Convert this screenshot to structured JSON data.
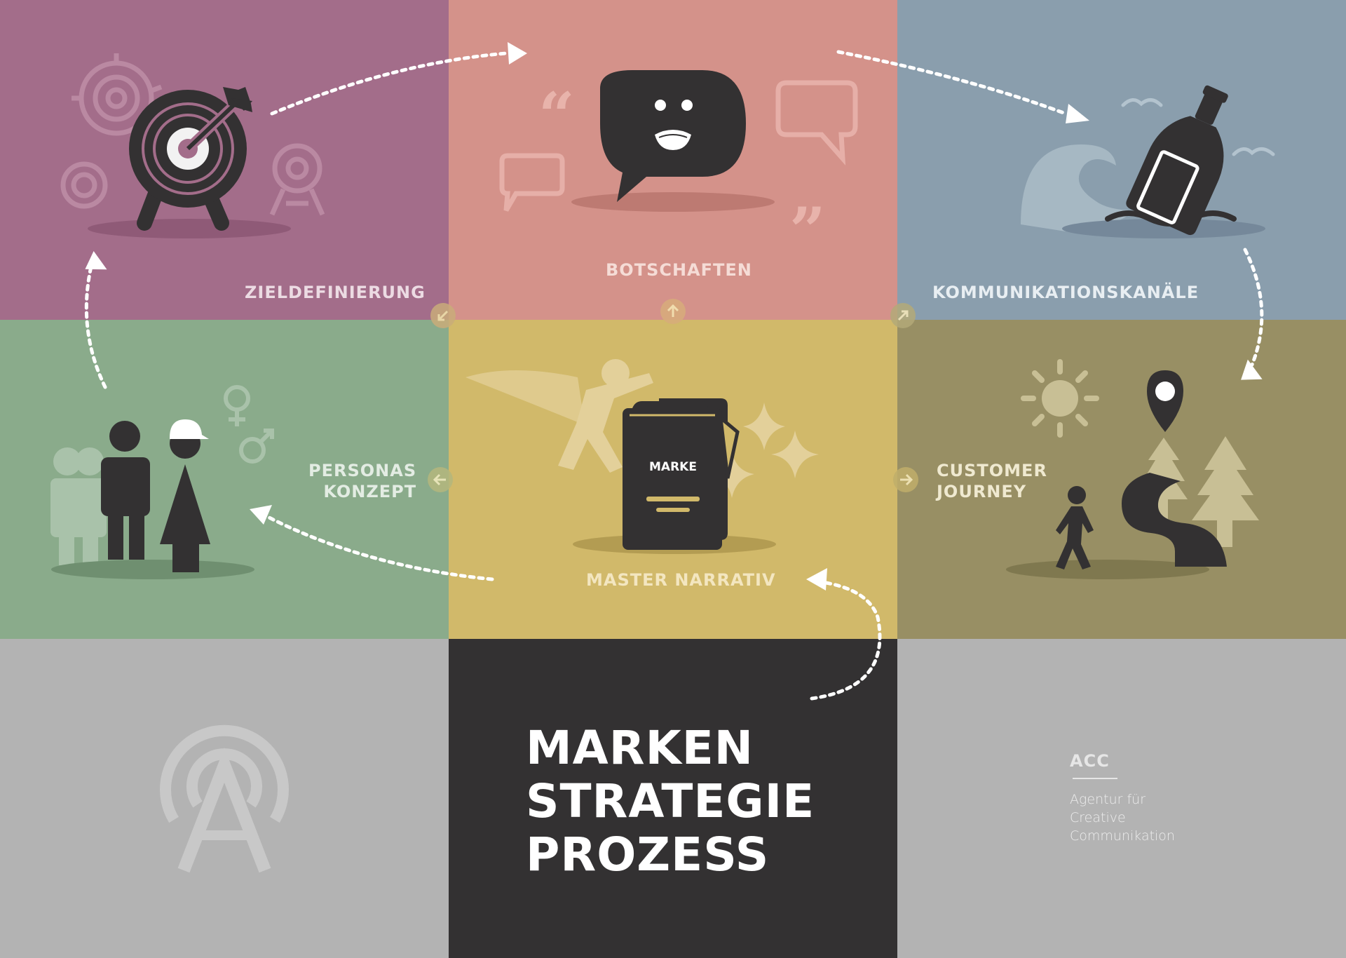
{
  "steps": {
    "zieldefinierung": {
      "label": "ZIELDEFINIERUNG",
      "icon": "target-icon"
    },
    "botschaften": {
      "label": "BOTSCHAFTEN",
      "icon": "speech-bubble-icon"
    },
    "kommunikation": {
      "label": "KOMMUNIKATIONSKANÄLE",
      "icon": "message-bottle-icon"
    },
    "personas": {
      "label_lines": [
        "PERSONAS",
        "KONZEPT"
      ],
      "icon": "people-icon"
    },
    "master": {
      "label": "MASTER NARRATIV",
      "book_label": "MARKE",
      "icon": "brand-book-icon"
    },
    "customer": {
      "label_lines": [
        "CUSTOMER",
        "JOURNEY"
      ],
      "icon": "journey-map-icon"
    }
  },
  "title": {
    "lines": [
      "MARKEN",
      "STRATEGIE",
      "PROZESS"
    ]
  },
  "agency": {
    "name": "ACC",
    "description_lines": [
      "Agentur für",
      "Creative",
      "Communikation"
    ],
    "logo_icon": "acc-logo-icon"
  },
  "colors": {
    "zieldefinierung": "#a36d8a",
    "botschaften": "#d4928a",
    "kommunikation": "#8a9ead",
    "personas": "#8aab8b",
    "master": "#d1b96a",
    "customer": "#988f64",
    "title_bg": "#333132",
    "neutral": "#b3b3b3",
    "icon_dark": "#333132"
  }
}
